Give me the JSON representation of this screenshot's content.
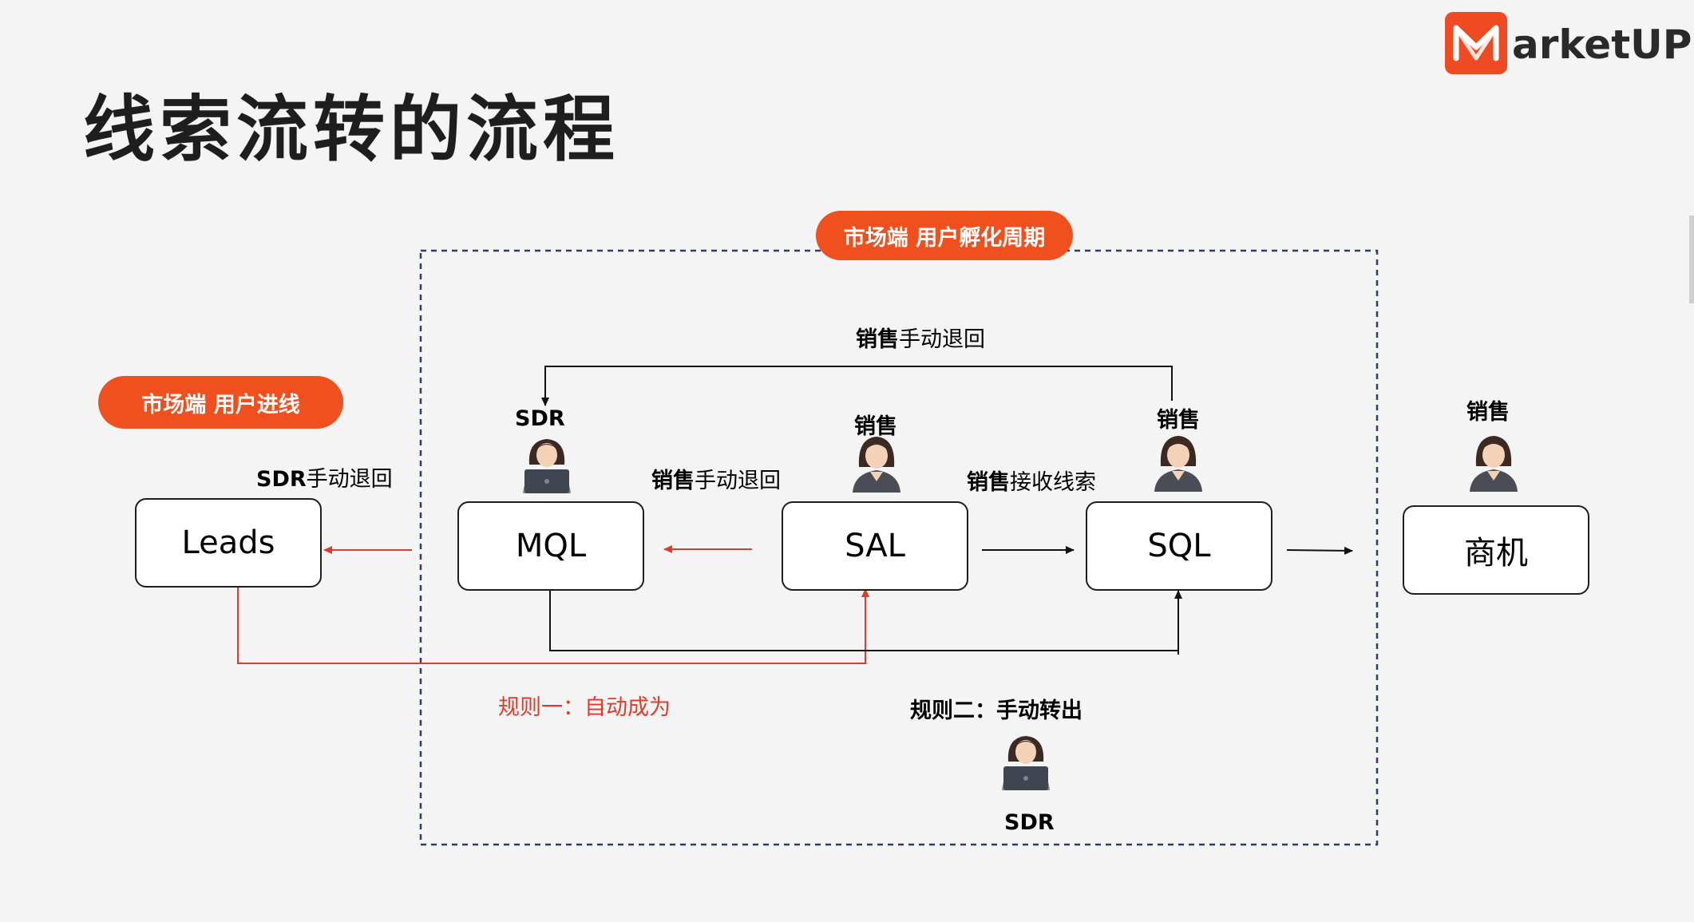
{
  "title": "线索流转的流程",
  "logo": {
    "text": "arketUP",
    "brand_color": "#f04a22"
  },
  "regions": {
    "nurture_pill": "市场端 用户孵化周期",
    "intake_pill": "市场端 用户进线"
  },
  "nodes": {
    "leads": "Leads",
    "mql": "MQL",
    "sal": "SAL",
    "sql": "SQL",
    "opportunity": "商机"
  },
  "roles": {
    "mql_role": "SDR",
    "sal_role": "销售",
    "sql_role": "销售",
    "opp_role": "销售",
    "bottom_role": "SDR"
  },
  "edges": {
    "top_return": {
      "bold": "销售",
      "rest": "手动退回"
    },
    "sdr_return": {
      "bold": "SDR",
      "rest": "手动退回"
    },
    "sales_return": {
      "bold": "销售",
      "rest": "手动退回"
    },
    "sales_accept": {
      "bold": "销售",
      "rest": "接收线索"
    },
    "rule1": "规则一：自动成为",
    "rule2": "规则二：手动转出"
  },
  "colors": {
    "accent": "#f0501e",
    "rule_red": "#e03a2a",
    "frame_dash": "#2e3f66"
  },
  "icons": {
    "person": "woman-avatar-icon",
    "laptop_person": "woman-laptop-icon"
  }
}
